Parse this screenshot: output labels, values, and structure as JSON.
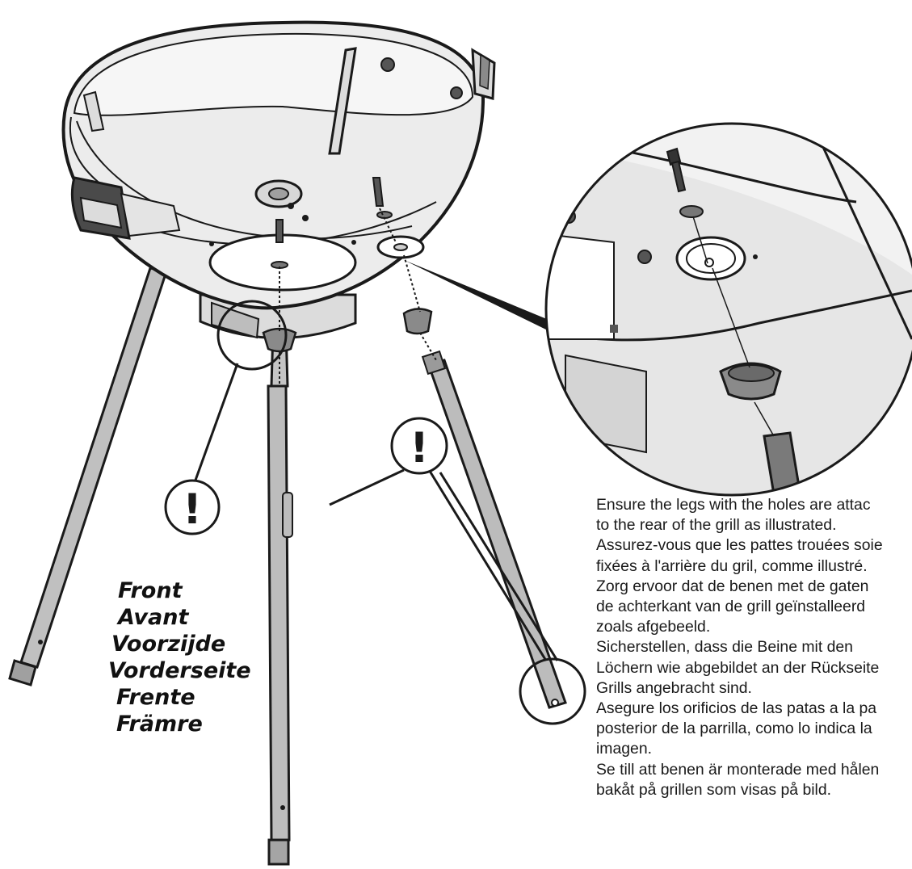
{
  "labels": {
    "front": [
      "Front",
      "Avant",
      "Voorzijde",
      "Vorderseite",
      "Frente",
      "Främre"
    ],
    "warning_mark": "!"
  },
  "instructions": [
    "Ensure the legs with the holes are attac",
    "to the rear of the grill as illustrated.",
    "Assurez-vous que les pattes trouées soie",
    "fixées à l'arrière du gril, comme illustré.",
    "Zorg ervoor dat de benen met de gaten",
    "de achterkant van de grill geïnstalleerd",
    "zoals afgebeeld.",
    "Sicherstellen, dass die Beine mit den",
    "Löchern wie abgebildet an der Rückseite",
    "Grills angebracht sind.",
    "Asegure los orificios de las patas a la pa",
    "posterior de la parrilla, como lo indica la",
    "imagen.",
    "Se till att benen är monterade med hålen",
    "bakåt på grillen som visas på bild."
  ],
  "colors": {
    "outline": "#1a1a1a",
    "bowl_fill": "#ededed",
    "leg_fill": "#b8b8b8",
    "cup_fill": "#8a8a8a"
  }
}
